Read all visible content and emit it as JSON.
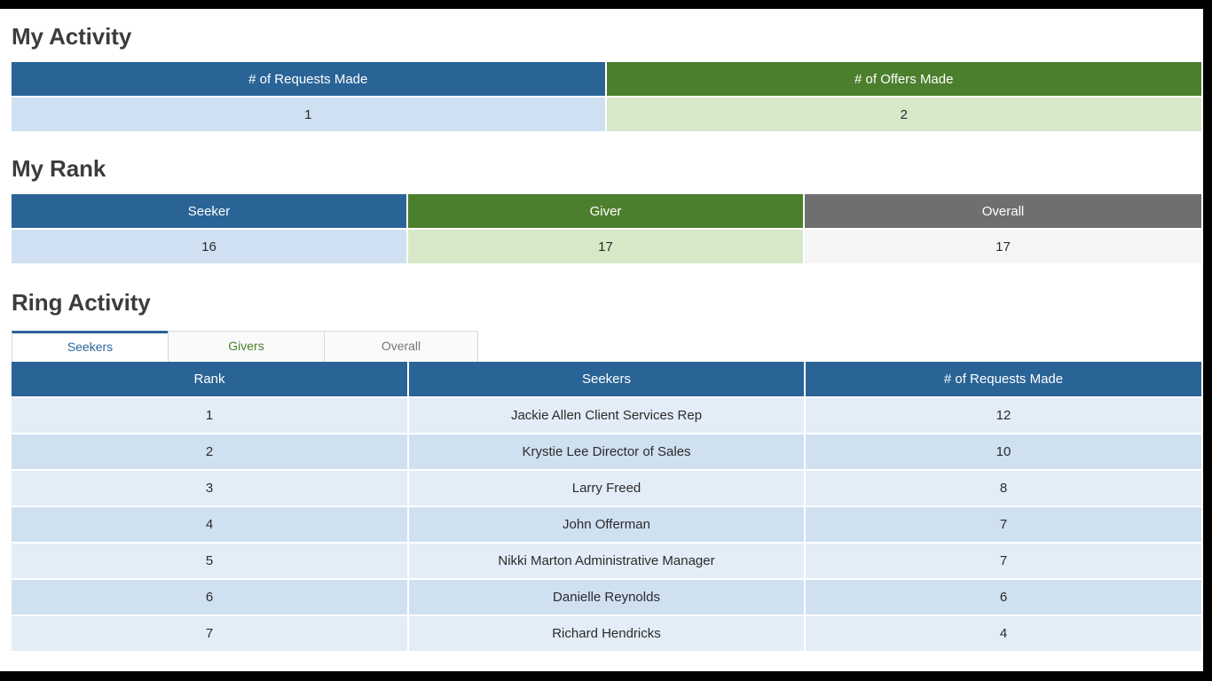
{
  "my_activity": {
    "heading": "My Activity",
    "columns": [
      {
        "label": "# of Requests Made",
        "header_color": "#2a6496",
        "cell_color": "#cee0f1"
      },
      {
        "label": "# of Offers Made",
        "header_color": "#4c7f2d",
        "cell_color": "#d6e8c8"
      }
    ],
    "values": [
      "1",
      "2"
    ]
  },
  "my_rank": {
    "heading": "My Rank",
    "columns": [
      {
        "label": "Seeker",
        "header_color": "#2a6496",
        "cell_color": "#cee0f1"
      },
      {
        "label": "Giver",
        "header_color": "#4c7f2d",
        "cell_color": "#d6e8c8"
      },
      {
        "label": "Overall",
        "header_color": "#6f6f6f",
        "cell_color": "#f5f5f5"
      }
    ],
    "values": [
      "16",
      "17",
      "17"
    ]
  },
  "ring_activity": {
    "heading": "Ring Activity",
    "tabs": [
      {
        "label": "Seekers",
        "active": true,
        "color": "#2a6496"
      },
      {
        "label": "Givers",
        "active": false,
        "color": "#4c7f2d"
      },
      {
        "label": "Overall",
        "active": false,
        "color": "#777777"
      }
    ],
    "table": {
      "columns": [
        "Rank",
        "Seekers",
        "# of Requests Made"
      ],
      "rows": [
        {
          "rank": "1",
          "name": "Jackie Allen Client Services Rep",
          "count": "12"
        },
        {
          "rank": "2",
          "name": "Krystie Lee Director of Sales",
          "count": "10"
        },
        {
          "rank": "3",
          "name": "Larry Freed",
          "count": "8"
        },
        {
          "rank": "4",
          "name": "John Offerman",
          "count": "7"
        },
        {
          "rank": "5",
          "name": "Nikki Marton Administrative Manager",
          "count": "7"
        },
        {
          "rank": "6",
          "name": "Danielle Reynolds",
          "count": "6"
        },
        {
          "rank": "7",
          "name": "Richard Hendricks",
          "count": "4"
        }
      ]
    }
  }
}
